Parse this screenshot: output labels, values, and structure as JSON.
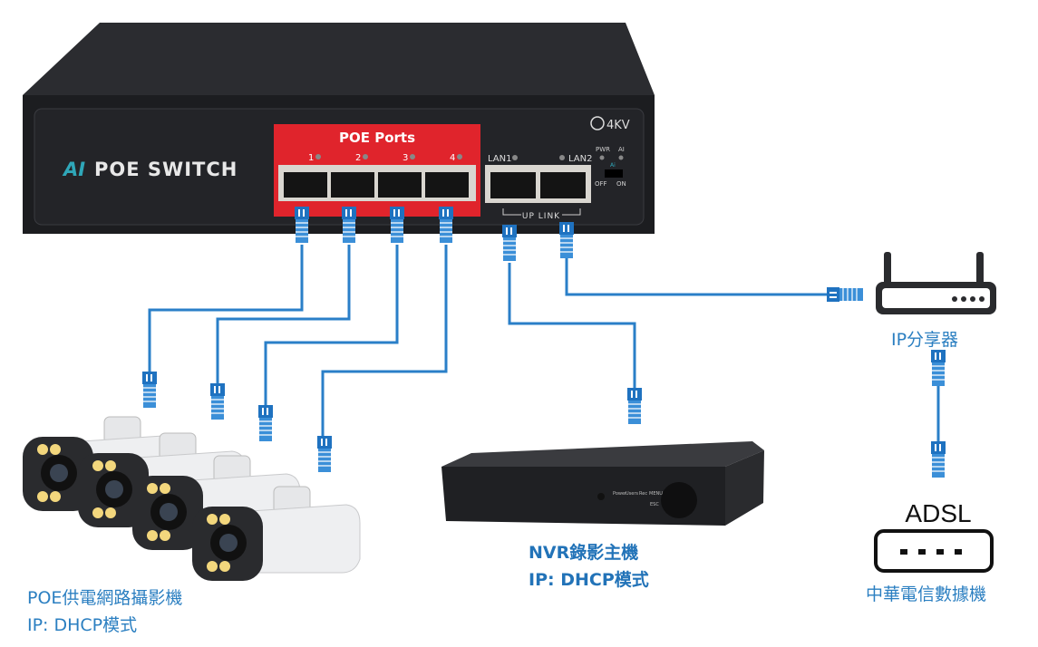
{
  "switch": {
    "brand_prefix": "AI",
    "brand": "POE SWITCH",
    "poe_title": "POE Ports",
    "ports": [
      "1",
      "2",
      "3",
      "4"
    ],
    "lan1": "LAN1",
    "lan2": "LAN2",
    "uplink": "UP LINK",
    "surge": "4KV",
    "pwr": "PWR",
    "ai": "AI",
    "switch_ai": "Ai",
    "off": "OFF",
    "on": "ON"
  },
  "nvr": {
    "buttons": [
      "Power",
      "Users",
      "Rec",
      "MENU",
      "ESC"
    ]
  },
  "labels": {
    "router": "IP分享器",
    "adsl_title": "ADSL",
    "adsl": "中華電信數據機",
    "nvr_line1": "NVR錄影主機",
    "nvr_line2": "IP: DHCP模式",
    "cam_line1": "POE供電網路攝影機",
    "cam_line2": "IP: DHCP模式"
  },
  "colors": {
    "cable": "#2a7fc8",
    "poe_panel": "#e0242c",
    "switch_body": "#1e1f22",
    "label": "#2b7fc1"
  }
}
